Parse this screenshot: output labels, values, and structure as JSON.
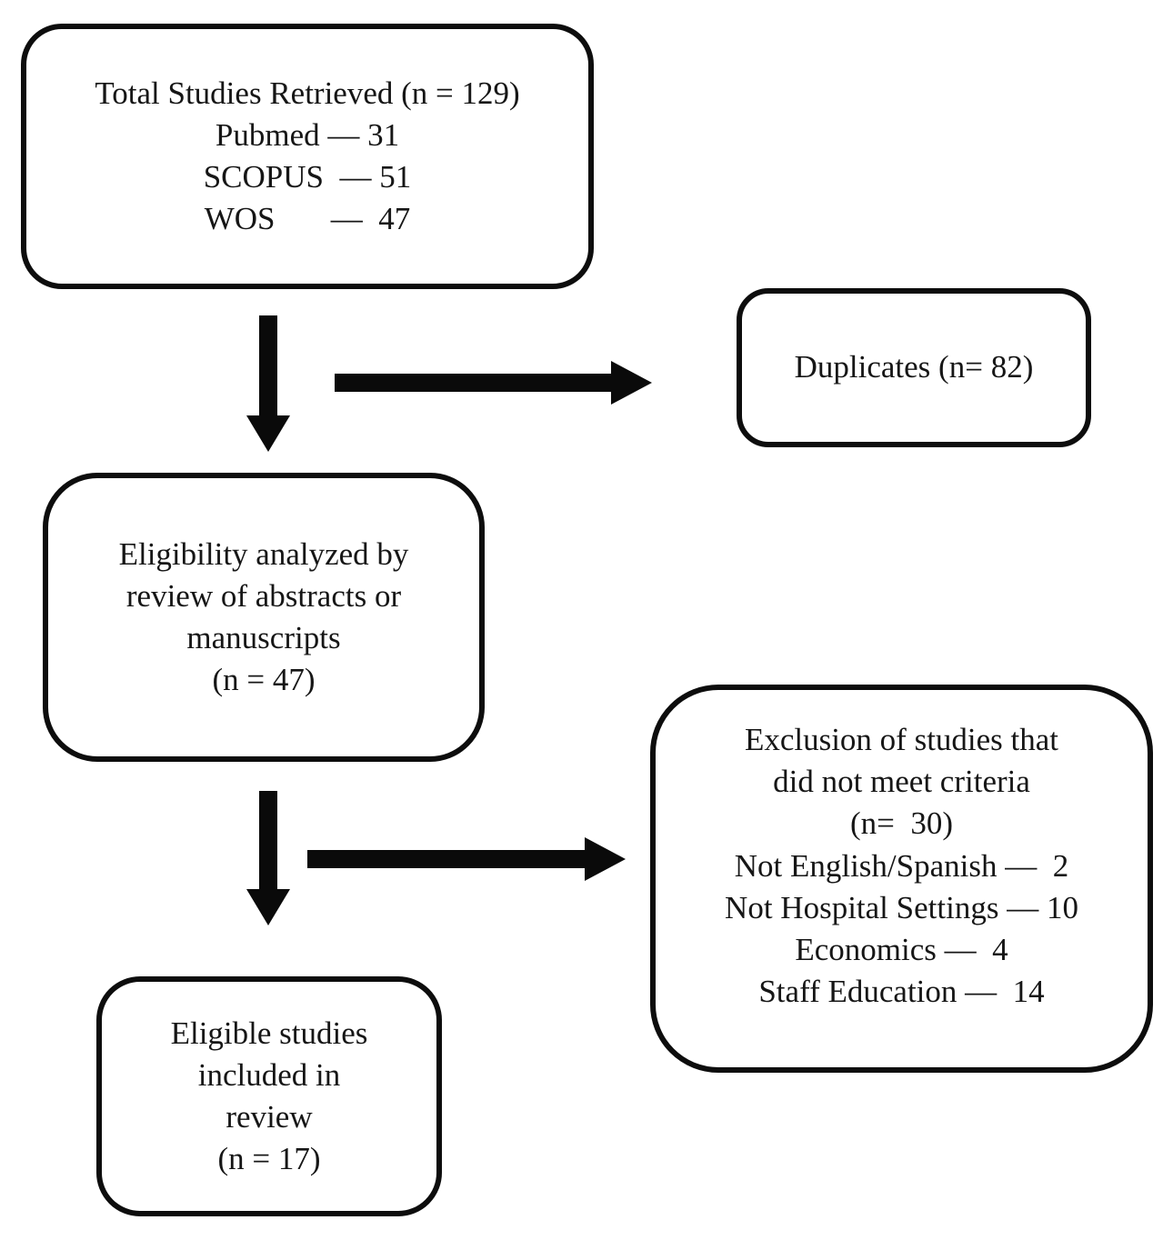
{
  "diagram": {
    "type": "prisma-flowchart",
    "ink_color": "#0d0d0d",
    "background_color": "#ffffff"
  },
  "boxes": {
    "total": {
      "lines": [
        "Total Studies Retrieved (n = 129)",
        "Pubmed — 31",
        "SCOPUS  — 51",
        "WOS       —  47"
      ]
    },
    "duplicates": {
      "lines": [
        "Duplicates (n= 82)"
      ]
    },
    "eligibility": {
      "lines": [
        "Eligibility analyzed by",
        "review of abstracts or",
        "manuscripts",
        "(n = 47)"
      ]
    },
    "exclusion": {
      "lines": [
        "Exclusion of studies that",
        "did not meet criteria",
        "(n=  30)",
        "Not English/Spanish —  2",
        "Not Hospital Settings — 10",
        "Economics —  4",
        "Staff Education —  14"
      ]
    },
    "eligible": {
      "lines": [
        "Eligible studies",
        "included in",
        "review",
        "(n = 17)"
      ]
    }
  }
}
